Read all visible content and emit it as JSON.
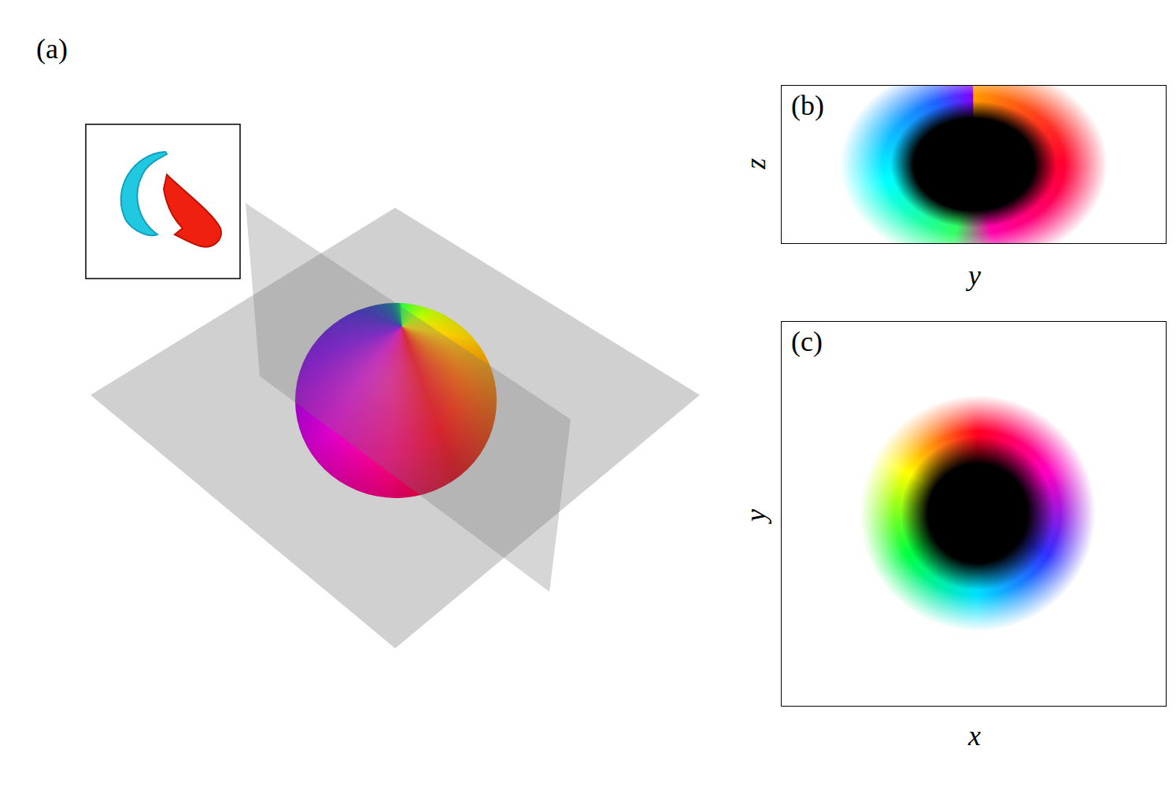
{
  "diagram": {
    "nodes": [
      {
        "text": [
          "(b)"
        ]
      },
      {
        "text": [
          "(c)"
        ]
      }
    ],
    "labels": [
      "(a)",
      "z",
      "y",
      "y",
      "x"
    ]
  }
}
